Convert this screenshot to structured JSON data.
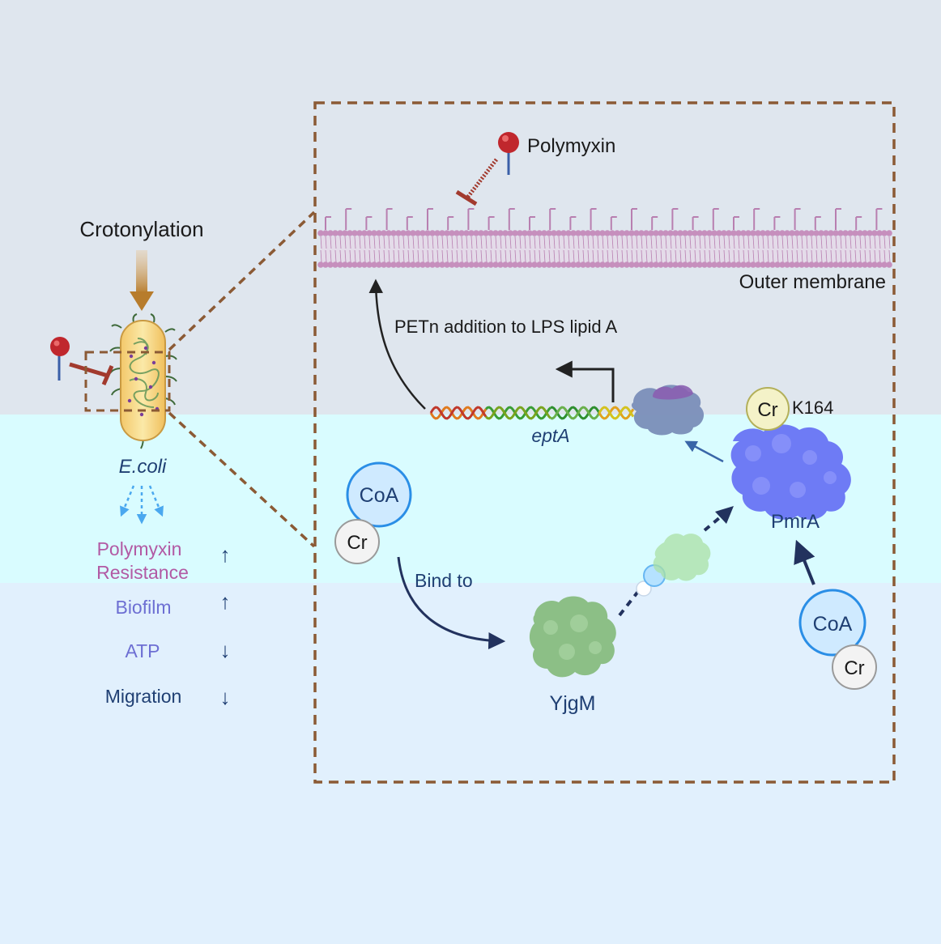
{
  "colors": {
    "bg_top": "#dfe6ee",
    "bg_middle": "#d9fcff",
    "bg_bottom": "#e1f0fd",
    "dashed_box": "#8b5a35",
    "membrane": "#b87fb0",
    "membrane_head": "#c68fbd",
    "polymyxin_head": "#c0272d",
    "polymyxin_stick": "#3a5fa8",
    "inhibit": "#a23a2e",
    "crotonylation_arrow": "#b77c2c",
    "coa_ring": "#2a8ee6",
    "coa_fill": "#cfeaff",
    "cr_ring": "#9a9a9a",
    "cr_fill": "#f3f3f3",
    "cr_pmra_fill": "#f4f2c8",
    "cr_pmra_ring": "#b3b05a",
    "pmra": "#6e7bf5",
    "yjgm": "#8cbf86",
    "dark_arrow": "#22325e",
    "text_dark": "#1a1a1a",
    "text_navy": "#1f3f73",
    "text_pink": "#b25aa4",
    "text_indigo": "#6d6fd3",
    "effect_arrow_blue": "#4aa8ef"
  },
  "icons": {
    "bacterium": "rod-bacterium-icon",
    "polymyxin": "pin-molecule-icon",
    "pmra": "protein-blob-icon",
    "yjgm": "protein-blob-icon",
    "dna": "double-helix-icon"
  },
  "labels": {
    "crotonylation": "Crotonylation",
    "ecoli": "E.coli",
    "polymyxin": "Polymyxin",
    "outer_membrane": "Outer membrane",
    "petn": "PETn addition to LPS lipid A",
    "epta": "eptA",
    "cr_k164": "Cr",
    "k164": "K164",
    "pmra": "PmrA",
    "coa_left": "CoA",
    "cr_left": "Cr",
    "bind_to": "Bind to",
    "yjgm": "YjgM",
    "coa_right": "CoA",
    "cr_right": "Cr"
  },
  "effects": [
    {
      "label_line1": "Polymyxin",
      "label_line2": "Resistance",
      "direction": "↑"
    },
    {
      "label_line1": "Biofilm",
      "direction": "↑"
    },
    {
      "label_line1": "ATP",
      "direction": "↓"
    },
    {
      "label_line1": "Migration",
      "direction": "↓"
    }
  ]
}
